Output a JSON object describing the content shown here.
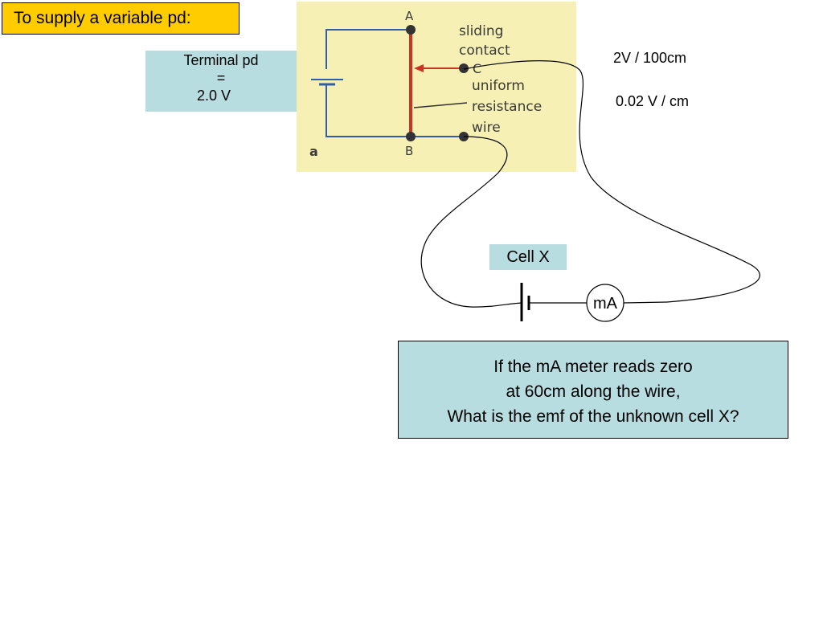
{
  "title": "To supply a variable pd:",
  "terminal": {
    "line1": "Terminal pd",
    "line2": "=",
    "line3": "2.0 V"
  },
  "figure": {
    "label_a_top": "A",
    "label_b": "B",
    "label_c": "C",
    "sliding_1": "sliding",
    "sliding_2": "contact",
    "uniform": "uniform",
    "resistance": "resistance",
    "wire": "wire",
    "fig_letter": "a",
    "background_color": "#f6f0b4",
    "wire_color": "#cc3322",
    "circuit_color": "#2f5fa8"
  },
  "notes": {
    "ratio1": "2V / 100cm",
    "ratio2": "0.02 V / cm"
  },
  "cell": {
    "label": "Cell X",
    "meter": "mA"
  },
  "question": {
    "line1": "If the mA meter reads zero",
    "line2": "at 60cm along the wire,",
    "line3": "What is the emf of the unknown cell  X?"
  }
}
